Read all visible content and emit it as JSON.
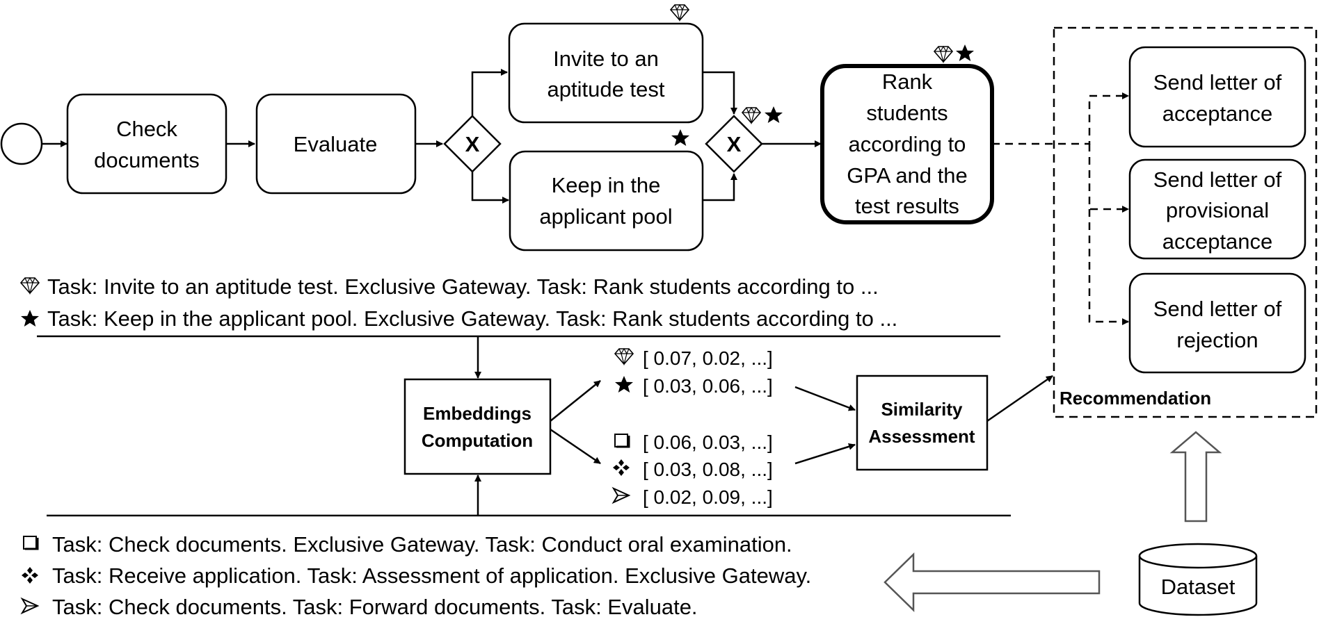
{
  "process": {
    "tasks": {
      "check_documents": [
        "Check",
        "documents"
      ],
      "evaluate": [
        "Evaluate"
      ],
      "invite": [
        "Invite to an",
        "aptitude test"
      ],
      "keep": [
        "Keep in the",
        "applicant pool"
      ],
      "rank": [
        "Rank",
        "students",
        "according to",
        "GPA and the",
        "test results"
      ]
    },
    "gateway_symbol": "X"
  },
  "recommendation": {
    "label": "Recommendation",
    "tasks": {
      "acceptance": [
        "Send letter of",
        "acceptance"
      ],
      "provisional": [
        "Send letter of",
        "provisional",
        "acceptance"
      ],
      "rejection": [
        "Send letter of",
        "rejection"
      ]
    }
  },
  "queries": [
    {
      "symbol": "diamond-icon",
      "text": "Task: Invite to an aptitude test. Exclusive Gateway. Task: Rank students according to ..."
    },
    {
      "symbol": "star-icon",
      "text": "Task: Keep in the applicant pool. Exclusive Gateway. Task: Rank students according to ..."
    }
  ],
  "embeddings": {
    "label": [
      "Embeddings",
      "Computation"
    ],
    "query_vectors": [
      {
        "symbol": "diamond-icon",
        "text": "[ 0.07, 0.02, ...]"
      },
      {
        "symbol": "star-icon",
        "text": "[ 0.03, 0.06, ...]"
      }
    ],
    "dataset_vectors": [
      {
        "symbol": "square-icon",
        "text": "[ 0.06, 0.03, ...]"
      },
      {
        "symbol": "four-diamonds-icon",
        "text": "[ 0.03, 0.08, ...]"
      },
      {
        "symbol": "arrowhead-icon",
        "text": "[ 0.02, 0.09, ...]"
      }
    ]
  },
  "similarity": {
    "label": [
      "Similarity",
      "Assessment"
    ]
  },
  "dataset": {
    "label": "Dataset",
    "entries": [
      {
        "symbol": "square-icon",
        "text": "Task: Check documents. Exclusive Gateway.  Task: Conduct oral examination."
      },
      {
        "symbol": "four-diamonds-icon",
        "text": "Task: Receive application. Task: Assessment of application. Exclusive Gateway."
      },
      {
        "symbol": "arrowhead-icon",
        "text": "Task: Check documents. Task: Forward documents. Task: Evaluate."
      }
    ]
  }
}
